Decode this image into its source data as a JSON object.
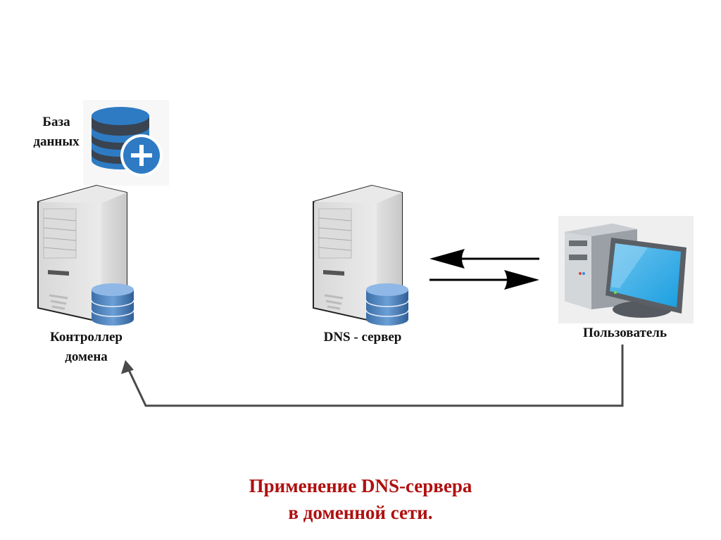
{
  "diagram": {
    "nodes": {
      "database": {
        "label_line1": "База",
        "label_line2": "данных",
        "icon": "database-plus-icon"
      },
      "domain_controller": {
        "label_line1": "Контроллер",
        "label_line2": "домена",
        "icon": "server-tower-icon"
      },
      "dns_server": {
        "label": "DNS - сервер",
        "icon": "server-tower-icon"
      },
      "user": {
        "label": "Пользователь",
        "icon": "desktop-computer-icon"
      }
    },
    "edges": [
      {
        "from": "dns_server",
        "to": "user",
        "style": "arrow"
      },
      {
        "from": "user",
        "to": "dns_server",
        "style": "arrow"
      },
      {
        "from": "user",
        "to": "domain_controller",
        "style": "arrow"
      }
    ],
    "colors": {
      "title": "#b01010",
      "db_blue": "#2e7bc4",
      "db_dark": "#3a4350",
      "connector": "#4a4a4a"
    }
  },
  "title": {
    "line1": "Применение DNS-сервера",
    "line2": "в доменной сети."
  }
}
